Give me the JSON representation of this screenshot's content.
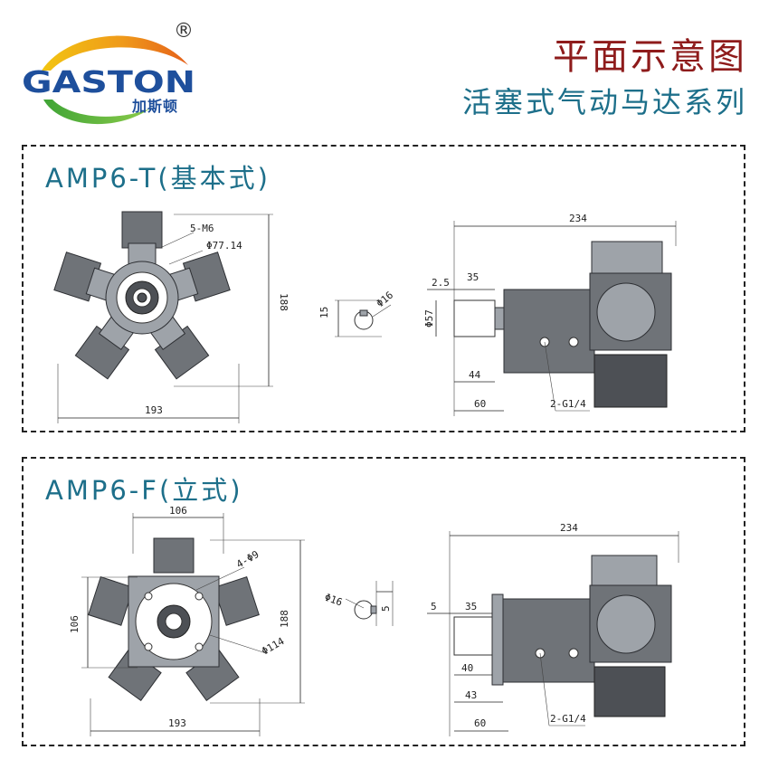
{
  "header": {
    "brand": "GASTON",
    "brand_cn": "加斯顿",
    "registered": "®",
    "title": "平面示意图",
    "subtitle": "活塞式气动马达系列",
    "colors": {
      "title": "#8e1b1b",
      "subtitle": "#1d6f8a",
      "brand": "#1e4f9c",
      "arc_green": "#58b947",
      "arc_yellow": "#f2c511",
      "arc_orange": "#ef7d1a"
    }
  },
  "panels": [
    {
      "model": "AMP6-T(基本式)",
      "front": {
        "bolts": "5-M6",
        "circle": "Φ77.14",
        "height": "188",
        "width": "193"
      },
      "shaft": {
        "key_width": "15",
        "diameter": "Φ16"
      },
      "side": {
        "length": "234",
        "d1": "2.5",
        "d2": "35",
        "shaft_diameter": "Φ57",
        "d3": "44",
        "d4": "60",
        "port": "2-G1/4"
      }
    },
    {
      "model": "AMP6-F(立式)",
      "front": {
        "width_top": "106",
        "holes": "4-Φ9",
        "height_left": "106",
        "height": "188",
        "circle": "Φ114",
        "width": "193"
      },
      "shaft": {
        "diameter": "Φ16",
        "key_width": "5"
      },
      "side": {
        "length": "234",
        "d1": "5",
        "d2": "35",
        "d3": "40",
        "d4": "43",
        "d5": "60",
        "port": "2-G1/4"
      }
    }
  ]
}
